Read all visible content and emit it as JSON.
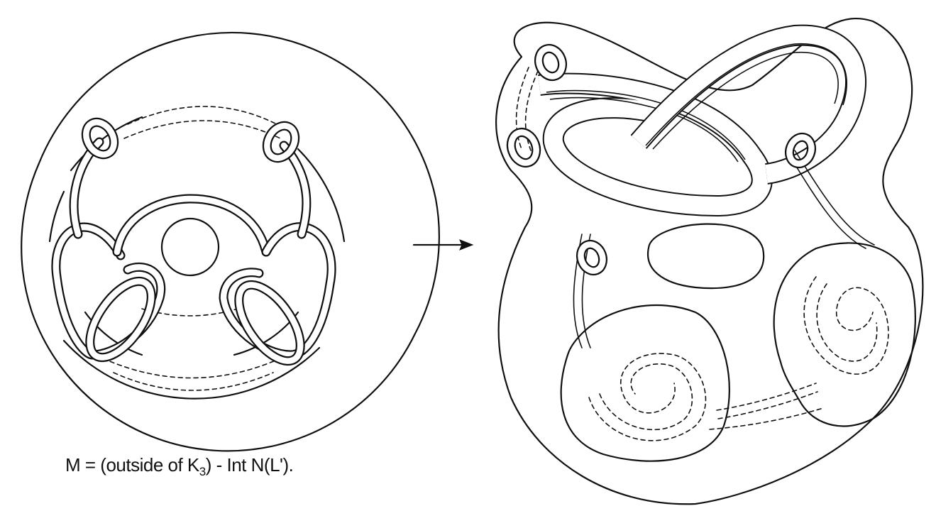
{
  "caption": {
    "prefix": "M = (outside of K",
    "subscript": "3",
    "suffix": ") - Int  N(L').",
    "full_text": "M = (outside of K3) - Int  N(L')."
  }
}
